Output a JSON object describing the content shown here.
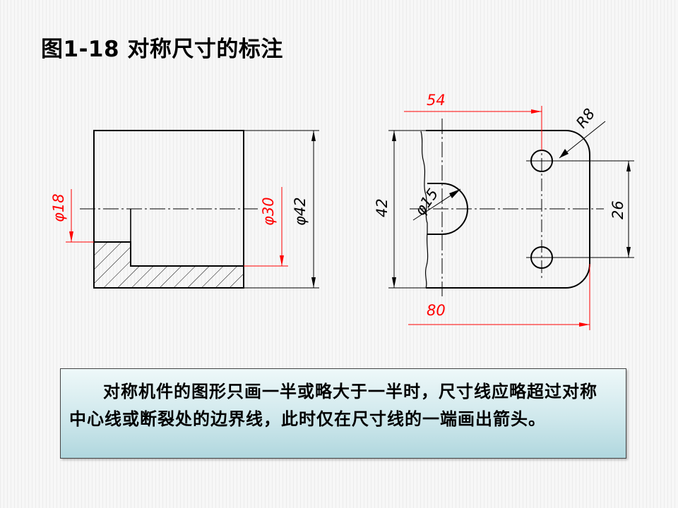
{
  "slide": {
    "title": "图1-18 对称尺寸的标注"
  },
  "drawing": {
    "left_view": {
      "dim_phi18": "φ18",
      "dim_phi30": "φ30",
      "dim_phi42": "φ42"
    },
    "right_view": {
      "dim_54": "54",
      "dim_r8": "R8",
      "dim_42": "42",
      "dim_phi15": "φ15",
      "dim_26": "26",
      "dim_80": "80"
    },
    "colors": {
      "outline": "#000000",
      "dimension_red": "#ff0000",
      "dimension_black": "#000000"
    }
  },
  "note": {
    "text": "对称机件的图形只画一半或略大于一半时，尺寸线应略超过对称中心线或断裂处的边界线，此时仅在尺寸线的一端画出箭头。"
  }
}
